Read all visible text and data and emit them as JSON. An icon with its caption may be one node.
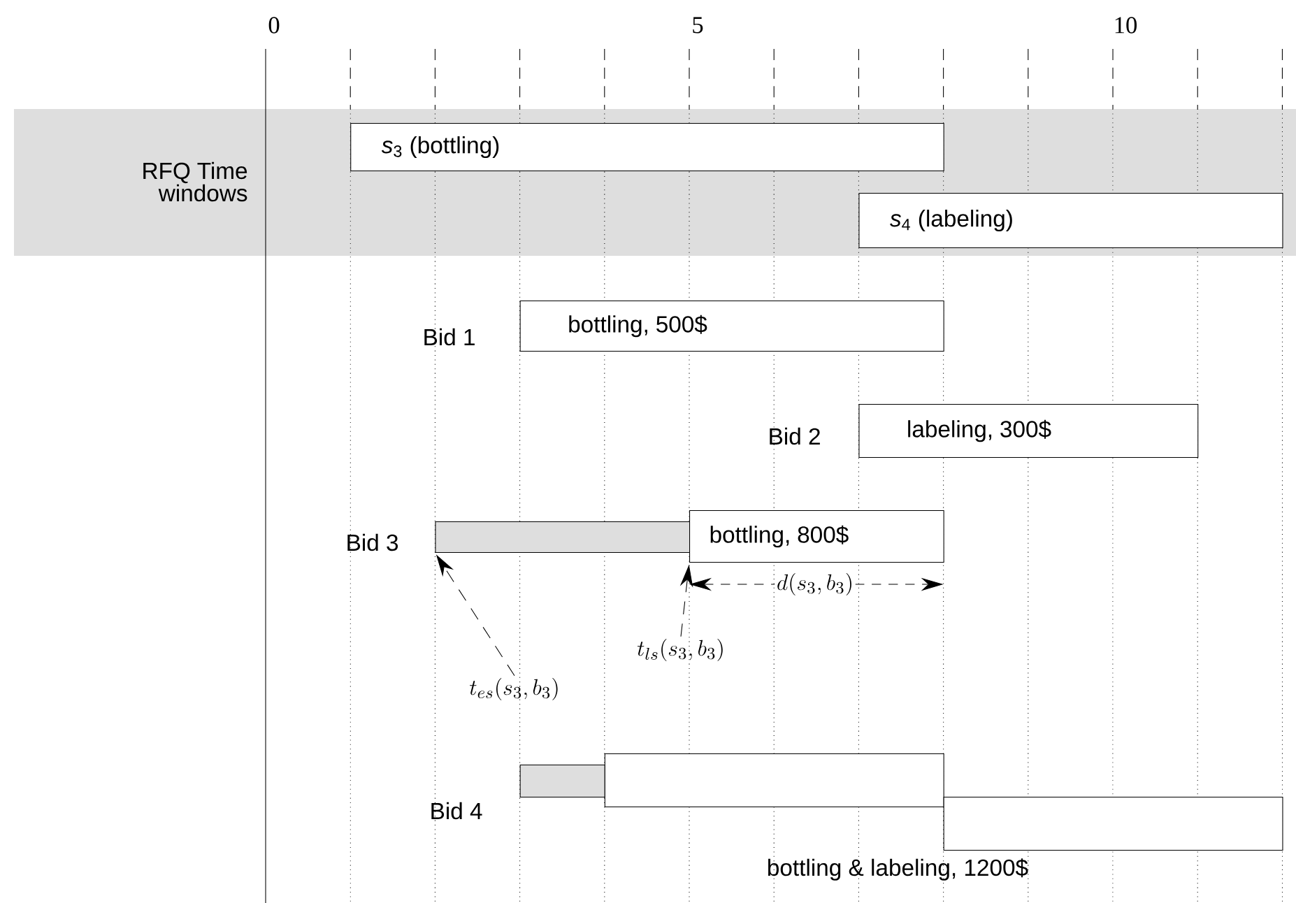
{
  "diagram": {
    "nodes": [
      {
        "text": [
          "RFQ Time windows"
        ]
      },
      {
        "text": [
          "*s*$_{3}$ (bottling)"
        ],
        "in": 0
      },
      {
        "text": [
          "*s*$_{4}$ (labeling)"
        ],
        "in": 0
      },
      {
        "text": [
          "bottling, 500$"
        ],
        "beside": [
          "Bid 1"
        ]
      },
      {
        "text": [
          "labeling, 300$"
        ],
        "beside": [
          "Bid 2"
        ]
      },
      {
        "text": [],
        "shape": "bar",
        "beside": [
          "Bid 3"
        ]
      },
      {
        "text": [
          "bottling, 800$"
        ]
      },
      {
        "text": [
          "t_{es}(s_3, b_3)"
        ]
      },
      {
        "text": [
          "t_{ls}(s_3, b_3)"
        ]
      },
      {
        "text": [],
        "shape": "bar",
        "beside": [
          "Bid 4"
        ]
      },
      {
        "text": [],
        "shape": "box"
      },
      {
        "text": [],
        "shape": "box"
      }
    ],
    "edges": [
      {
        "from": 7,
        "to": 5,
        "arrow": "to",
        "style": "dashed"
      },
      {
        "from": 8,
        "to": 6,
        "arrow": "to",
        "style": "dashed"
      }
    ],
    "labels": [
      "0",
      "5",
      "10",
      "d(s_3, b_3)",
      "bottling & labeling, 1200$"
    ]
  }
}
